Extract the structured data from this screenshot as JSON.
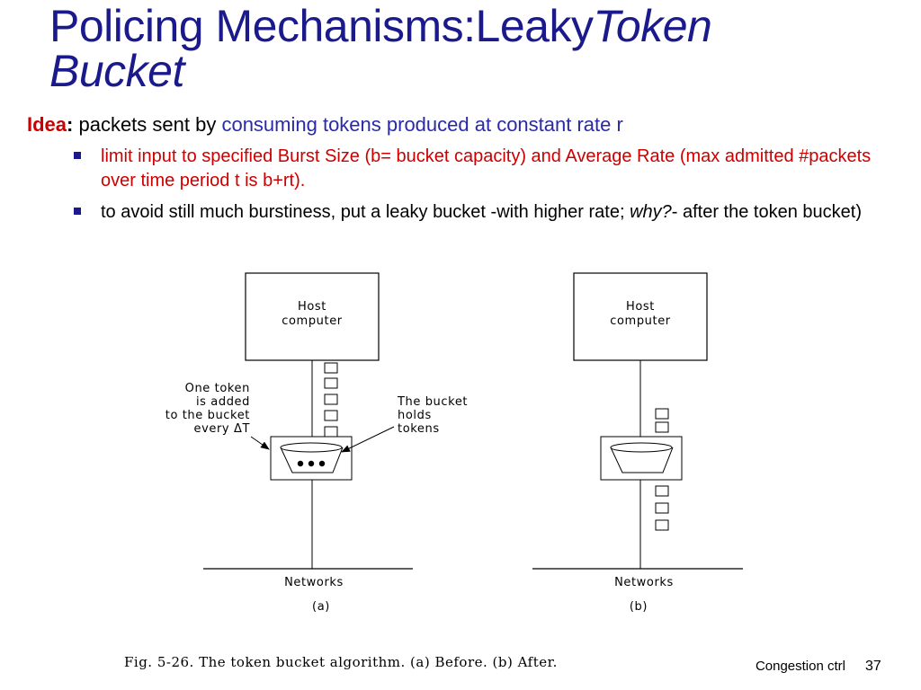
{
  "title": {
    "part1": "Policing Mechanisms:Leaky",
    "part2": "Token",
    "part3": "Bucket"
  },
  "idea": {
    "label": "Idea",
    "colon": ":",
    "text1": " packets sent by ",
    "text2": "consuming  tokens  produced  at constant rate r"
  },
  "bullets": [
    {
      "text": "limit input to specified Burst Size (b= bucket capacity) and Average Rate  (max admitted #packets over time period t is b+rt)."
    },
    {
      "text_before": "to avoid still much burstiness, put a leaky bucket -with higher rate; ",
      "emphasis": "why?",
      "text_after": "- after the token bucket)"
    }
  ],
  "figure": {
    "panel_a": {
      "host_line1": "Host",
      "host_line2": "computer",
      "token_note": [
        "One token",
        "is added",
        "to the bucket",
        "every ΔT"
      ],
      "bucket_note": [
        "The bucket",
        "holds",
        "tokens"
      ],
      "networks": "Networks",
      "sub": "(a)"
    },
    "panel_b": {
      "host_line1": "Host",
      "host_line2": "computer",
      "networks": "Networks",
      "sub": "(b)"
    },
    "caption": "Fig. 5-26. The token bucket algorithm. (a) Before. (b) After."
  },
  "footer": {
    "course": "Congestion ctrl",
    "page": "37"
  },
  "colors": {
    "title": "#1a1a8c",
    "highlight": "#cc0000",
    "accent_blue": "#2a2aa8"
  }
}
